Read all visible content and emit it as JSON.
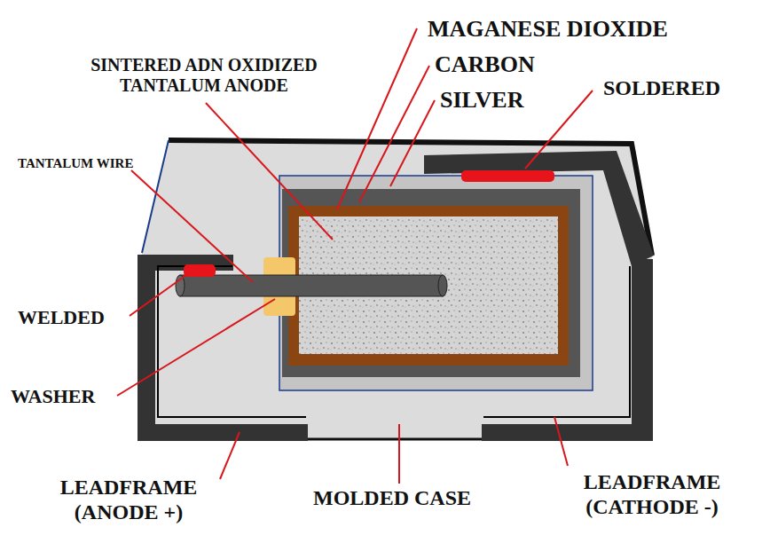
{
  "diagram": {
    "labels": [
      "SINTERED ADN OXIDIZED TANTALUM ANODE",
      "MAGANESE DIOXIDE",
      "CARBON",
      "SILVER",
      "SOLDERED",
      "TANTALUM WIRE",
      "WELDED",
      "WASHER",
      "LEADFRAME (ANODE +)",
      "MOLDED CASE",
      "LEADFRAME (CATHODE -)"
    ]
  }
}
